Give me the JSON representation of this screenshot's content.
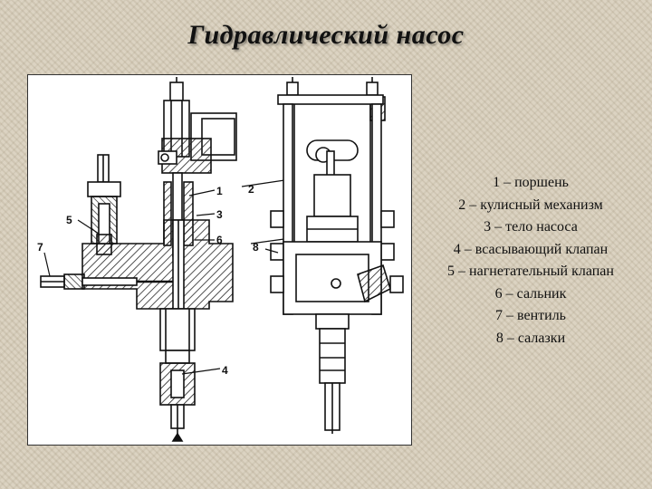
{
  "title": "Гидравлический насос",
  "legend": [
    "1 – поршень",
    "2 – кулисный механизм",
    "3 – тело насоса",
    "4 – всасывающий клапан",
    "5 – нагнетательный клапан",
    "6 – сальник",
    "7 – вентиль",
    "8 – салазки"
  ],
  "callouts": {
    "n1": "1",
    "n2": "2",
    "n3": "3",
    "n4": "4",
    "n5": "5",
    "n6": "6",
    "n7": "7",
    "n8": "8"
  }
}
